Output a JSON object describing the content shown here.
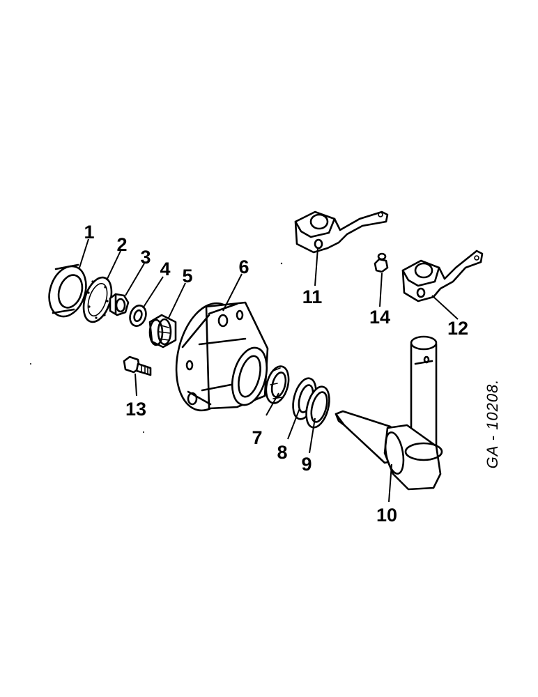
{
  "callouts": [
    "1",
    "2",
    "3",
    "4",
    "5",
    "6",
    "7",
    "8",
    "9",
    "10",
    "11",
    "12",
    "13",
    "14"
  ],
  "drawing_ref": "GA - 10208."
}
